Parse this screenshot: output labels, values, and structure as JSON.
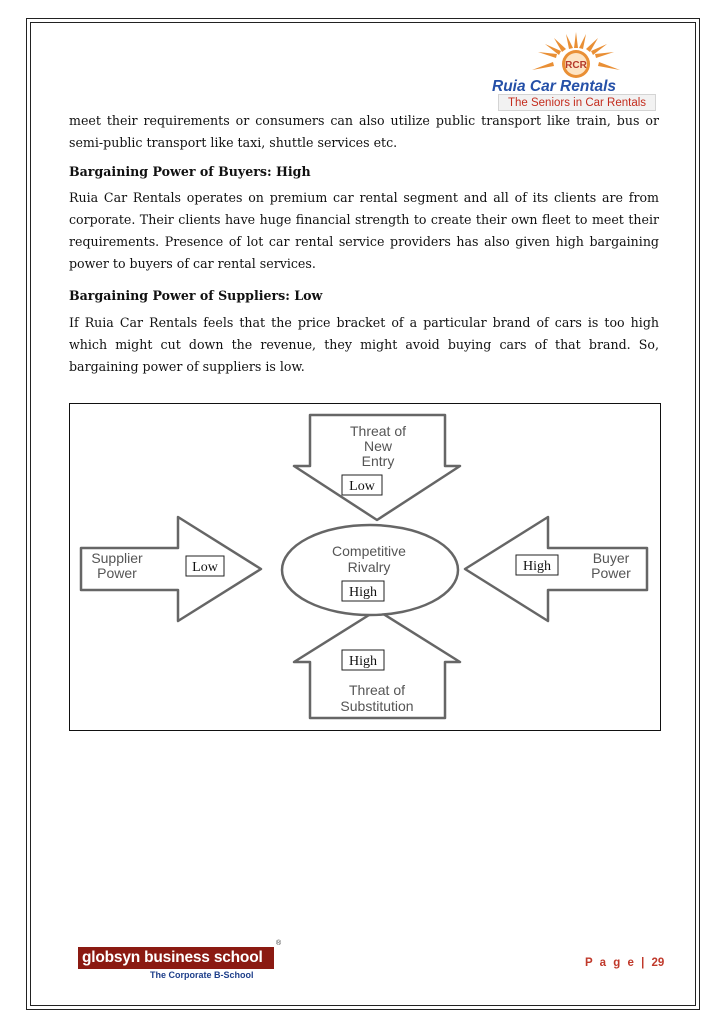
{
  "header_logo": {
    "brand": "Ruia Car Rentals",
    "emblem_text": "RCR",
    "tagline": "The Seniors in Car Rentals",
    "colors": {
      "brand": "#2550a8",
      "sunburst": "#e98f35",
      "tagline": "#c42d1e"
    }
  },
  "body": {
    "intro_paragraph": "meet their requirements or consumers can also utilize public transport like train, bus or semi-public transport like taxi, shuttle services etc.",
    "buyers_heading": "Bargaining Power of Buyers: High",
    "buyers_paragraph": "Ruia Car Rentals operates on premium car rental segment and all of its clients are from corporate. Their clients have huge financial strength to create their own fleet to meet their requirements. Presence of lot car rental service providers has also given high bargaining power to buyers of car rental services.",
    "suppliers_heading": "Bargaining Power of Suppliers: Low",
    "suppliers_paragraph": "If Ruia Car Rentals feels that the price bracket of a particular brand of cars is too high which might cut down the revenue, they might avoid buying cars of that brand. So, bargaining power of suppliers is low."
  },
  "diagram": {
    "top": {
      "lines": [
        "Threat of",
        "New",
        "Entry"
      ],
      "rating": "Low"
    },
    "left": {
      "lines": [
        "Supplier",
        "Power"
      ],
      "rating": "Low"
    },
    "right": {
      "lines": [
        "Buyer",
        "Power"
      ],
      "rating": "High"
    },
    "bottom": {
      "lines": [
        "Threat of",
        "Substitution"
      ],
      "rating": "High"
    },
    "center": {
      "lines": [
        "Competitive",
        "Rivalry"
      ],
      "rating": "High"
    }
  },
  "footer": {
    "school_name": "globsyn business school",
    "registered_mark": "®",
    "tagline": "The Corporate B-School",
    "page_label": "P a g e",
    "separator": "|",
    "page_number": "29"
  }
}
